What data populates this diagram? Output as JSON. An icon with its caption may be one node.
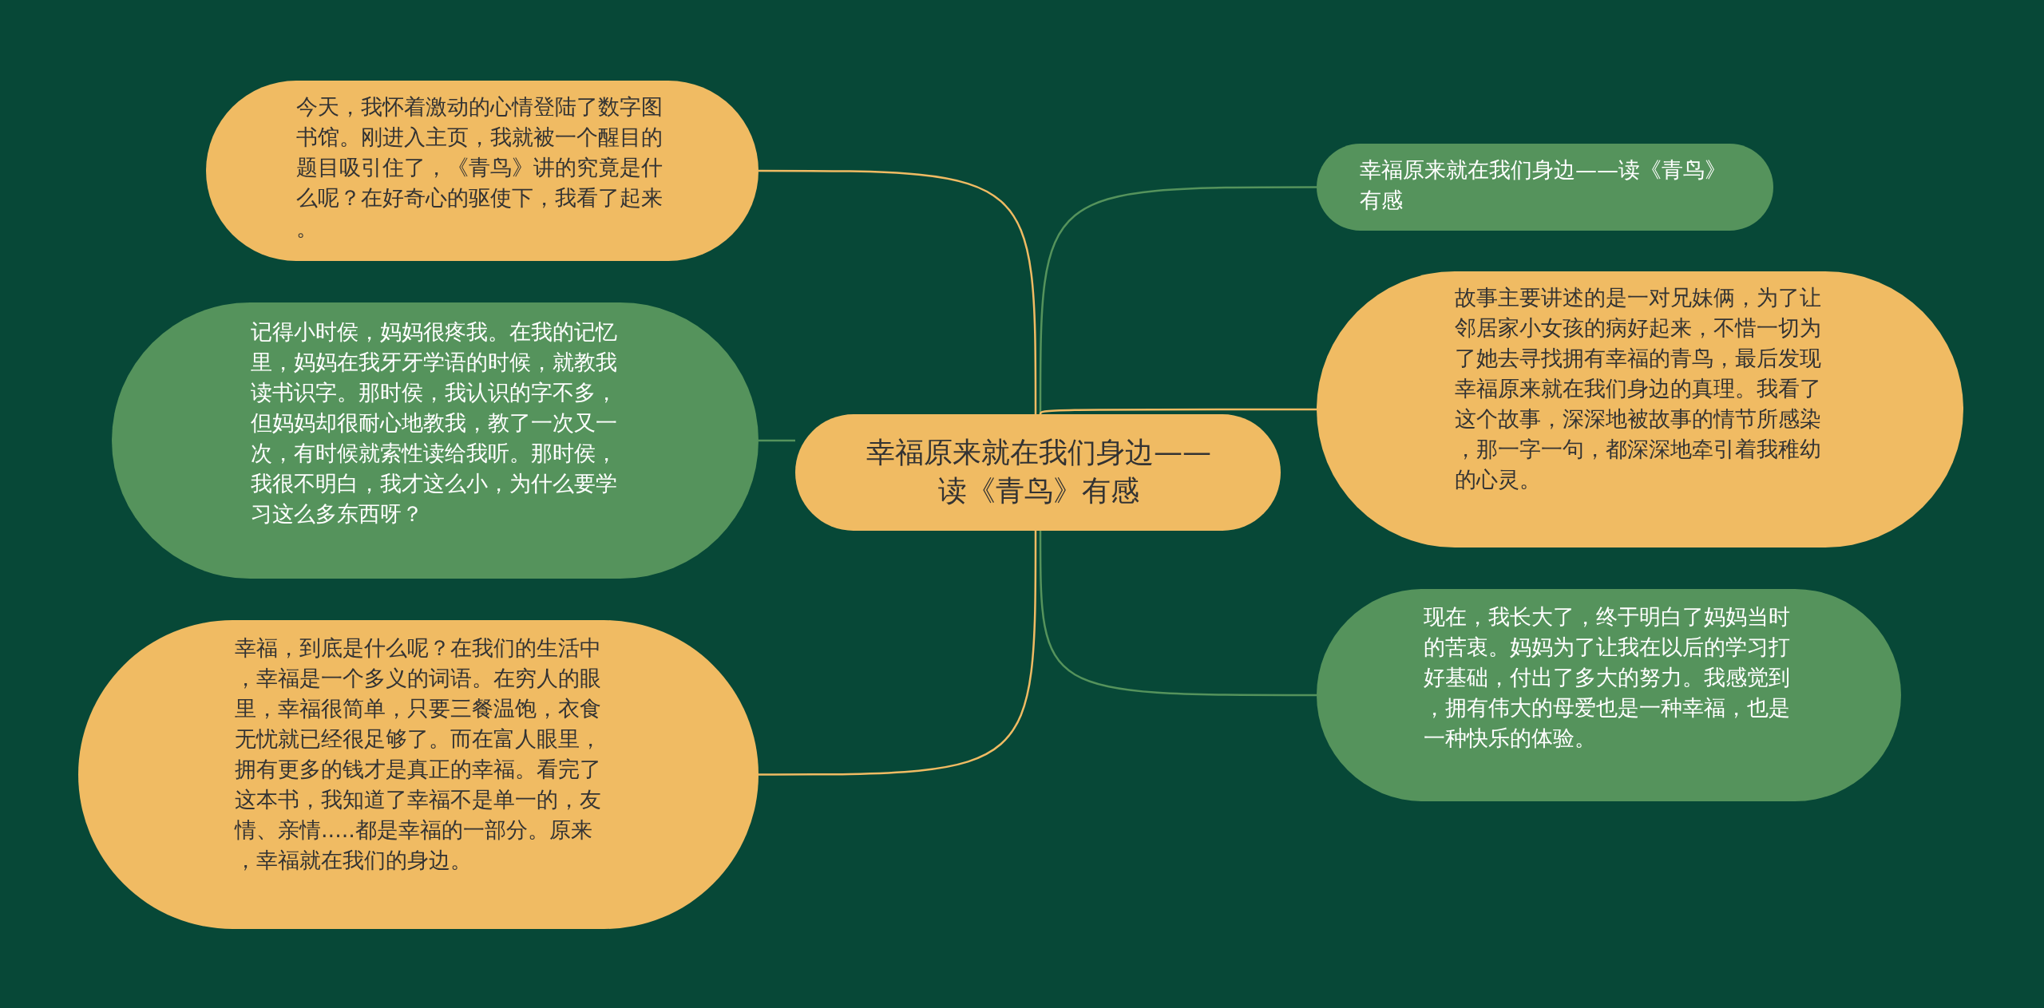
{
  "diagram": {
    "nodes": [
      {
        "text": [
          "幸福原来就在我们身边——读《青鸟》有感"
        ]
      },
      {
        "text": [
          "今天，我怀着激动的心情登陆了数字图书馆。刚进入主页，我就被一个醒目的题目吸引住了，《青鸟》讲的究竟是什么呢？在好奇心的驱使下，我看了起来。"
        ]
      },
      {
        "text": [
          "记得小时侯，妈妈很疼我。在我的记忆里，妈妈在我牙牙学语的时候，就教我读书识字。那时侯，我认识的字不多，但妈妈却很耐心地教我，教了一次又一次，有时候就索性读给我听。那时侯，我很不明白，我才这么小，为什么要学习这么多东西呀？"
        ]
      },
      {
        "text": [
          "幸福，到底是什么呢？在我们的生活中，幸福是一个多义的词语。在穷人的眼里，幸福很简单，只要三餐温饱，衣食无忧就已经很足够了。而在富人眼里，拥有更多的钱才是真正的幸福。看完了这本书，我知道了幸福不是单一的，友情、亲情.....都是幸福的一部分。原来，幸福就在我们的身边。"
        ]
      },
      {
        "text": [
          "幸福原来就在我们身边——读《青鸟》有感"
        ]
      },
      {
        "text": [
          "故事主要讲述的是一对兄妹俩，为了让邻居家小女孩的病好起来，不惜一切为了她去寻找拥有幸福的青鸟，最后发现幸福原来就在我们身边的真理。我看了这个故事，深深地被故事的情节所感染，那一字一句，都深深地牵引着我稚幼的心灵。"
        ]
      },
      {
        "text": [
          "现在，我长大了，终于明白了妈妈当时的苦衷。妈妈为了让我在以后的学习打好基础，付出了多大的努力。我感觉到，拥有伟大的母爱也是一种幸福，也是一种快乐的体验。"
        ]
      }
    ],
    "edges": [
      {
        "from": 0,
        "to": 1,
        "arrow": "none",
        "color": "#f0bb63"
      },
      {
        "from": 0,
        "to": 2,
        "arrow": "none",
        "color": "#55935c"
      },
      {
        "from": 0,
        "to": 3,
        "arrow": "none",
        "color": "#f0bb63"
      },
      {
        "from": 0,
        "to": 4,
        "arrow": "none",
        "color": "#55935c"
      },
      {
        "from": 0,
        "to": 5,
        "arrow": "none",
        "color": "#f0bb63"
      },
      {
        "from": 0,
        "to": 6,
        "arrow": "none",
        "color": "#55935c"
      }
    ]
  }
}
